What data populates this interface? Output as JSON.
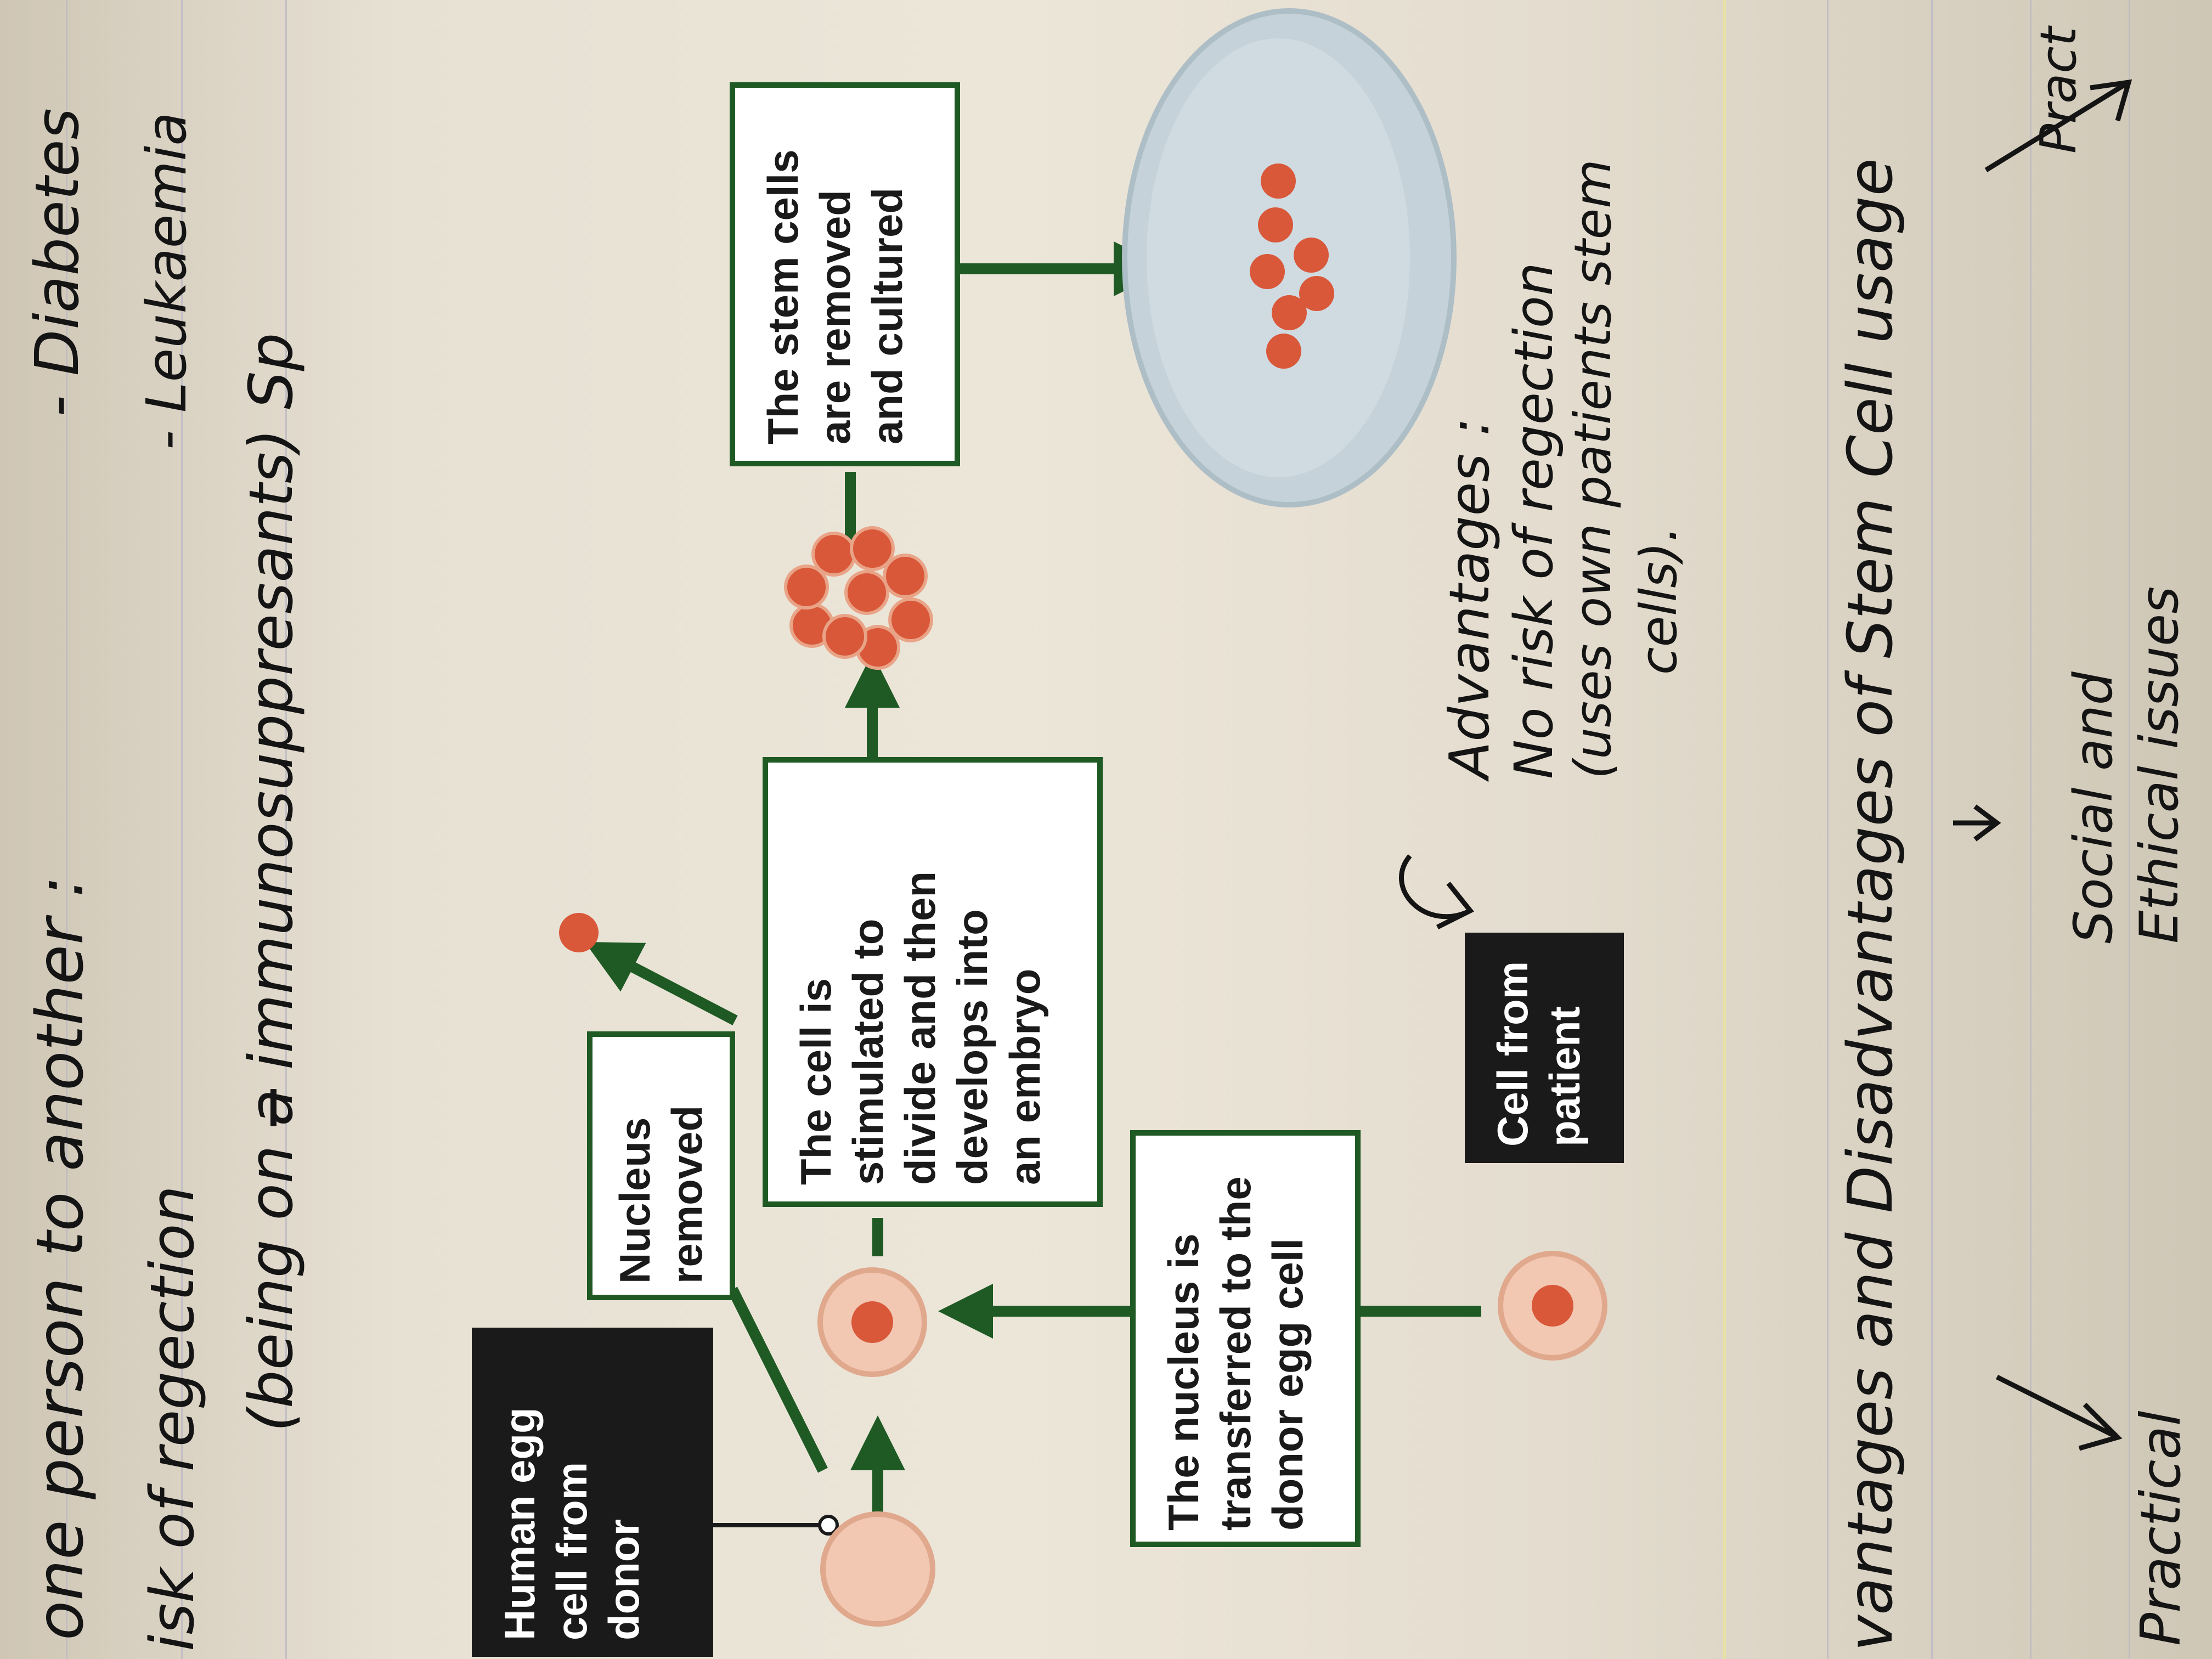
{
  "notes": {
    "line1_left": "one person to another :",
    "line1_right": "- Diabetes",
    "line2_left": "isk of regection",
    "line2_right": "- Leukaemia",
    "line3_left": "(being on",
    "line3_struck": "a",
    "line3_right": "immunosuppresants) Sp"
  },
  "diagram": {
    "egg_label": [
      "Human egg",
      "cell from",
      "donor"
    ],
    "nucleus_removed": [
      "Nucleus",
      "removed"
    ],
    "transfer": [
      "The nucleus is",
      "transferred to the",
      "donor egg cell"
    ],
    "stimulated": [
      "The cell is",
      "stimulated to",
      "divide and then",
      "develops into",
      "an embryo"
    ],
    "patient": [
      "Cell from",
      "patient"
    ],
    "cultured": [
      "The stem cells",
      "are removed",
      "and cultured"
    ]
  },
  "annotation": {
    "title": "Advantages :",
    "line1": "No risk of regection",
    "line2": "(uses own patients stem",
    "line3": "cells)."
  },
  "bottom": {
    "heading": "vantages and Disadvantages of Stem Cell usage",
    "cloud1": "Practical",
    "cloud2_a": "Social and",
    "cloud2_b": "Ethical issues",
    "cloud3": "Pract"
  },
  "colors": {
    "green": "#1f5a24",
    "cell_outer": "#f2c8b2",
    "cell_nucleus": "#d9583a",
    "dish": "#c5d2d9"
  }
}
